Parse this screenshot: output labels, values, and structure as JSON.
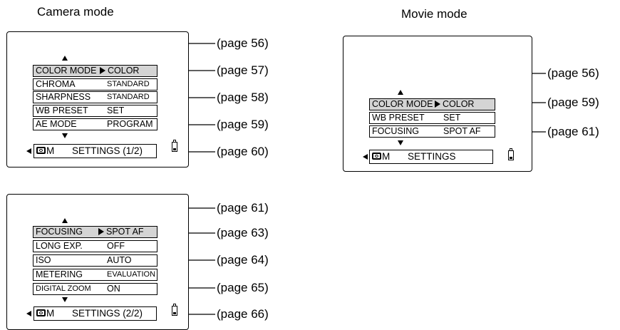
{
  "headings": {
    "camera": "Camera mode",
    "movie": "Movie mode"
  },
  "screens": {
    "camera1": {
      "rows": [
        {
          "label": "COLOR MODE",
          "value": "COLOR",
          "selected": true
        },
        {
          "label": "CHROMA",
          "value": "STANDARD"
        },
        {
          "label": "SHARPNESS",
          "value": "STANDARD"
        },
        {
          "label": "WB PRESET",
          "value": "SET"
        },
        {
          "label": "AE MODE",
          "value": "PROGRAM"
        }
      ],
      "status_mode": "M",
      "status_text": "SETTINGS (1/2)"
    },
    "camera2": {
      "rows": [
        {
          "label": "FOCUSING",
          "value": "SPOT AF",
          "selected": true
        },
        {
          "label": "LONG EXP.",
          "value": "OFF"
        },
        {
          "label": "ISO",
          "value": "AUTO"
        },
        {
          "label": "METERING",
          "value": "EVALUATION"
        },
        {
          "label": "DIGITAL ZOOM",
          "value": "ON"
        }
      ],
      "status_mode": "M",
      "status_text": "SETTINGS (2/2)"
    },
    "movie": {
      "rows": [
        {
          "label": "COLOR MODE",
          "value": "COLOR",
          "selected": true
        },
        {
          "label": "WB PRESET",
          "value": "SET"
        },
        {
          "label": "FOCUSING",
          "value": "SPOT AF"
        }
      ],
      "status_mode": "M",
      "status_text": "SETTINGS"
    }
  },
  "page_refs": {
    "camera1": [
      "(page 56)",
      "(page 57)",
      "(page 58)",
      "(page 59)",
      "(page 60)"
    ],
    "camera2": [
      "(page 61)",
      "(page 63)",
      "(page 64)",
      "(page 65)",
      "(page 66)"
    ],
    "movie": [
      "(page 56)",
      "(page 59)",
      "(page 61)"
    ]
  },
  "icons": {
    "camera": "camera-icon",
    "battery": "battery-icon",
    "scroll_up": "arrow-up-icon",
    "scroll_down": "arrow-down-icon",
    "back": "arrow-left-icon",
    "select": "arrow-right-icon"
  },
  "colors": {
    "selected_row": "#d4d4d4",
    "line": "#000000"
  }
}
